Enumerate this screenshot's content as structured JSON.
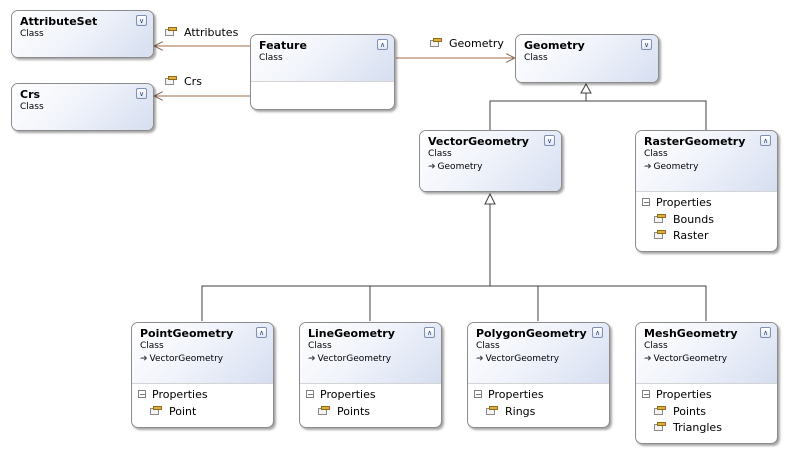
{
  "classes": {
    "attributeset": {
      "name": "AttributeSet",
      "stereotype": "Class",
      "toggle": "collapsed"
    },
    "crs": {
      "name": "Crs",
      "stereotype": "Class",
      "toggle": "collapsed"
    },
    "feature": {
      "name": "Feature",
      "stereotype": "Class",
      "toggle": "expanded"
    },
    "geometry": {
      "name": "Geometry",
      "stereotype": "Class",
      "toggle": "collapsed"
    },
    "vectorgeometry": {
      "name": "VectorGeometry",
      "stereotype": "Class",
      "base": "Geometry",
      "toggle": "collapsed"
    },
    "rastergeometry": {
      "name": "RasterGeometry",
      "stereotype": "Class",
      "base": "Geometry",
      "toggle": "expanded",
      "section": "Properties",
      "properties": [
        "Bounds",
        "Raster"
      ]
    },
    "pointgeometry": {
      "name": "PointGeometry",
      "stereotype": "Class",
      "base": "VectorGeometry",
      "toggle": "expanded",
      "section": "Properties",
      "properties": [
        "Point"
      ]
    },
    "linegeometry": {
      "name": "LineGeometry",
      "stereotype": "Class",
      "base": "VectorGeometry",
      "toggle": "expanded",
      "section": "Properties",
      "properties": [
        "Points"
      ]
    },
    "polygongeometry": {
      "name": "PolygonGeometry",
      "stereotype": "Class",
      "base": "VectorGeometry",
      "toggle": "expanded",
      "section": "Properties",
      "properties": [
        "Rings"
      ]
    },
    "meshgeometry": {
      "name": "MeshGeometry",
      "stereotype": "Class",
      "base": "VectorGeometry",
      "toggle": "expanded",
      "section": "Properties",
      "properties": [
        "Points",
        "Triangles"
      ]
    }
  },
  "associations": {
    "attributes": "Attributes",
    "crs": "Crs",
    "geometry": "Geometry"
  },
  "icons": {
    "collapsed": "double-chevron-down-icon",
    "expanded": "double-chevron-up-icon",
    "property": "property-icon",
    "inheritance": "inherit-arrow-icon"
  },
  "colors": {
    "header_gradient_end": "#d6def0",
    "border": "#8c8c8c",
    "line": "#a06848",
    "inherit_line": "#404040"
  }
}
